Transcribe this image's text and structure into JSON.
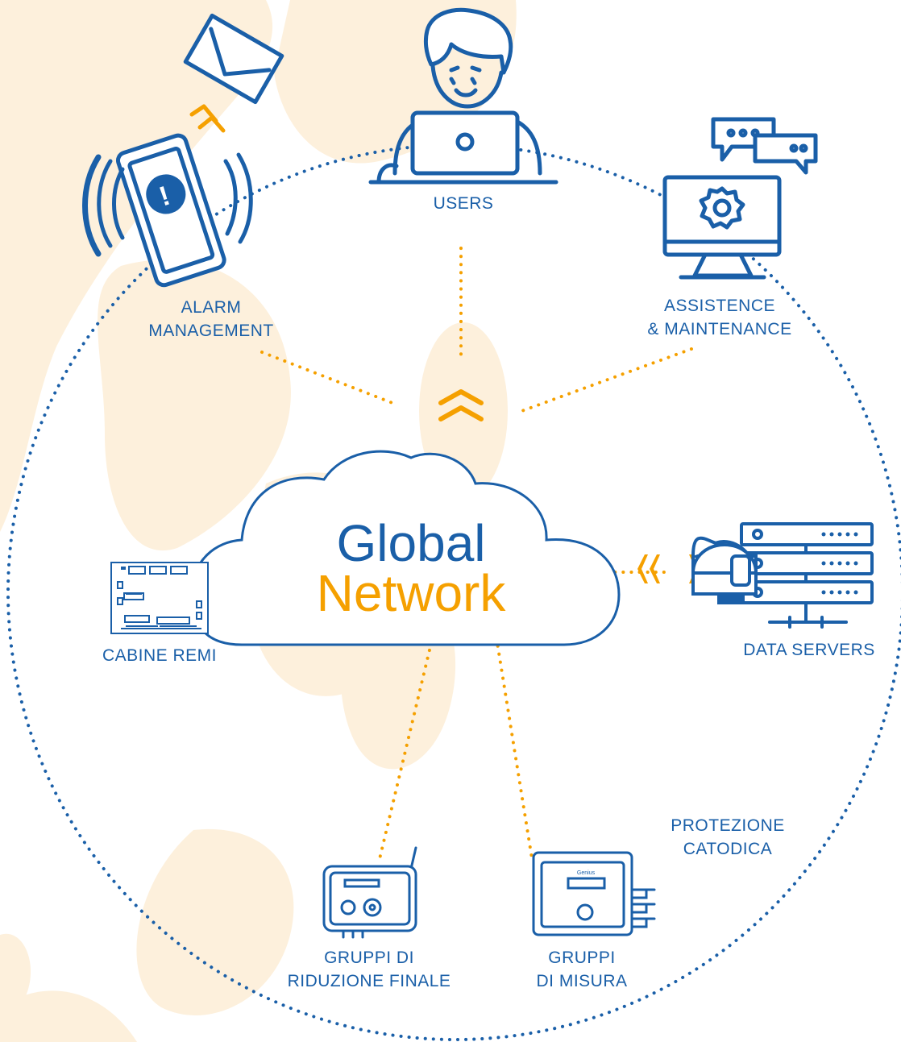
{
  "cloud": {
    "line1": "Global",
    "line2": "Network"
  },
  "nodes": {
    "users": {
      "label": "USERS"
    },
    "alarm": {
      "line1": "ALARM",
      "line2": "MANAGEMENT"
    },
    "assist": {
      "line1": "ASSISTENCE",
      "line2": "& MAINTENANCE"
    },
    "servers": {
      "label": "DATA SERVERS"
    },
    "cabine": {
      "label": "CABINE REMI"
    },
    "catodica": {
      "line1": "PROTEZIONE",
      "line2": "CATODICA"
    },
    "riduzione": {
      "line1": "GRUPPI DI",
      "line2": "RIDUZIONE FINALE"
    },
    "misura": {
      "line1": "GRUPPI",
      "line2": "DI MISURA"
    },
    "device_brand": "Genius"
  },
  "colors": {
    "blue": "#1a5fa8",
    "orange": "#f5a000",
    "blob": "#fdf0dc"
  }
}
